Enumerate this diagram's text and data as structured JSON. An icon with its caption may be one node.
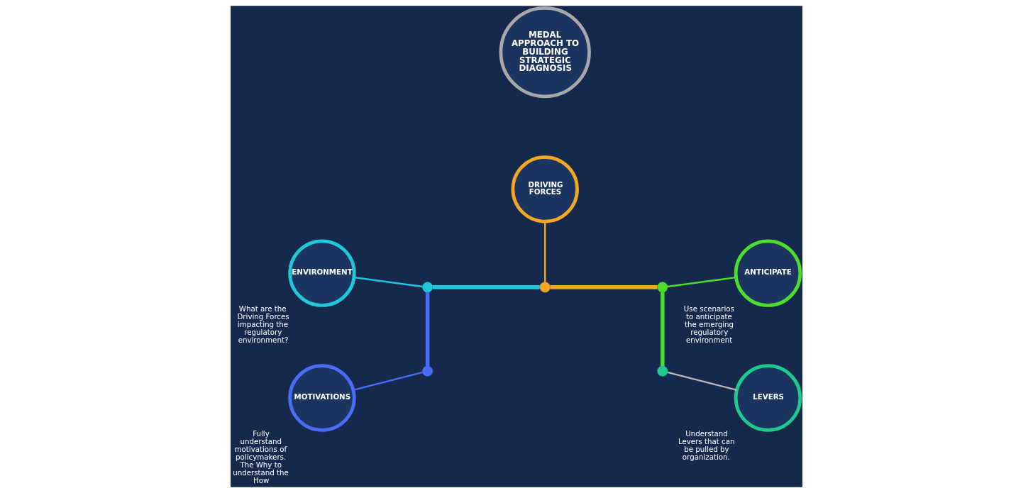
{
  "diagram": {
    "nodes": [
      {
        "text": [
          "DRIVING FORCES"
        ]
      },
      {
        "text": [
          "ENVIRONMENT"
        ],
        "beside": [
          "What are the Driving Forces impacting the regulatory environment?"
        ]
      },
      {
        "text": [
          "ANTICIPATE"
        ],
        "beside": [
          "Use scenarios to anticipate the emerging regulatory environment"
        ]
      },
      {
        "text": [
          "MOTIVATIONS"
        ],
        "beside": [
          "Fully understand motivations of policymakers. The Why to understand the How"
        ]
      },
      {
        "text": [
          "LEVERS"
        ],
        "beside": [
          "Understand Levers that can be pulled by organization."
        ]
      },
      {
        "text": [
          "MEDAL APPROACH TO BUILDING STRATEGIC DIAGNOSIS"
        ]
      },
      {
        "text": [],
        "shape": "circle"
      },
      {
        "text": [],
        "shape": "circle"
      },
      {
        "text": [],
        "shape": "circle"
      },
      {
        "text": [],
        "shape": "circle"
      },
      {
        "text": [],
        "shape": "circle"
      }
    ],
    "edges": [
      {
        "from": 0,
        "to": 8,
        "arrow": "none",
        "color": "#f5a623"
      },
      {
        "from": 1,
        "to": 7,
        "arrow": "none",
        "color": "#1ec8d8"
      },
      {
        "from": 9,
        "to": 2,
        "arrow": "none",
        "color": "#4cde2a"
      },
      {
        "from": 3,
        "to": 6,
        "arrow": "none",
        "color": "#4a6cf7"
      },
      {
        "from": 10,
        "to": 4,
        "arrow": "none",
        "color": "#b8b8b8"
      },
      {
        "from": 7,
        "to": 6,
        "arrow": "none",
        "style": "thick",
        "color": "#4a6cf7"
      },
      {
        "from": 7,
        "to": 8,
        "arrow": "none",
        "style": "thick",
        "color": "#1ec8d8"
      },
      {
        "from": 8,
        "to": 9,
        "arrow": "none",
        "style": "thick",
        "color": "#f5a623"
      },
      {
        "from": 9,
        "to": 10,
        "arrow": "none",
        "style": "thick",
        "color": "#4cde2a"
      }
    ]
  }
}
